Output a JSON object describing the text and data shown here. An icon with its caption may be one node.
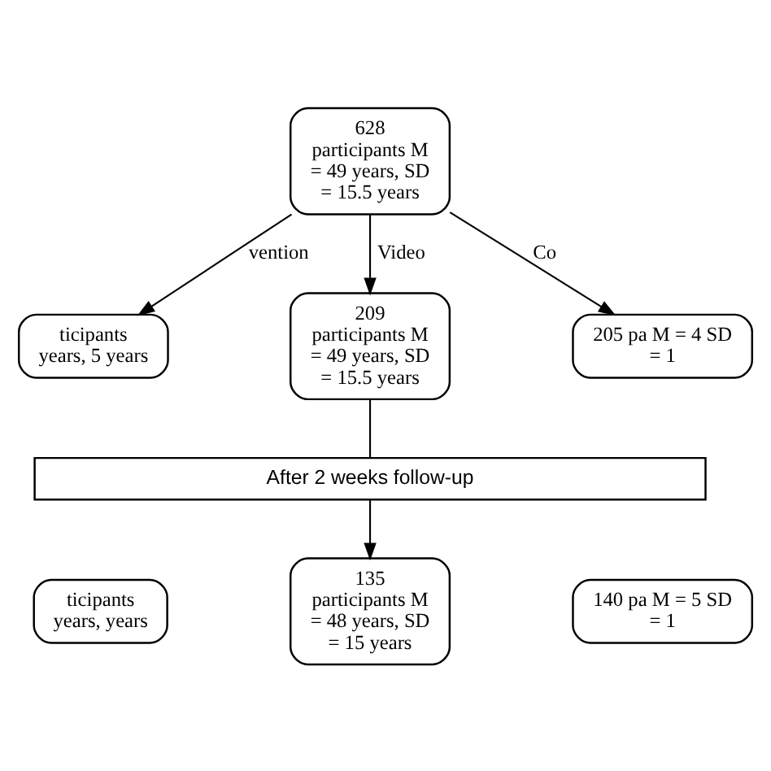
{
  "diagram": {
    "nodes": [
      {
        "text": [
          "628 participants M = 49 years, SD = 15.5 years"
        ]
      },
      {
        "text": [
          "ticipants years, 5 years"
        ]
      },
      {
        "text": [
          "209 participants M = 49 years, SD = 15.5 years"
        ]
      },
      {
        "text": [
          "205 pa M = 4 SD = 1"
        ]
      },
      {
        "text": [
          "After 2 weeks follow-up"
        ]
      },
      {
        "text": [
          "ticipants years, years"
        ]
      },
      {
        "text": [
          "135 participants M = 48 years, SD = 15 years"
        ]
      },
      {
        "text": [
          "140 pa M = 5 SD = 1"
        ]
      }
    ],
    "edges": [
      {
        "from": 0,
        "to": 1,
        "arrow": "to",
        "label": "vention"
      },
      {
        "from": 0,
        "to": 2,
        "arrow": "to",
        "label": "Video"
      },
      {
        "from": 0,
        "to": 3,
        "arrow": "to",
        "label": "Co"
      },
      {
        "from": 2,
        "to": 4,
        "arrow": "none"
      },
      {
        "from": 4,
        "to": 6,
        "arrow": "to"
      }
    ]
  }
}
